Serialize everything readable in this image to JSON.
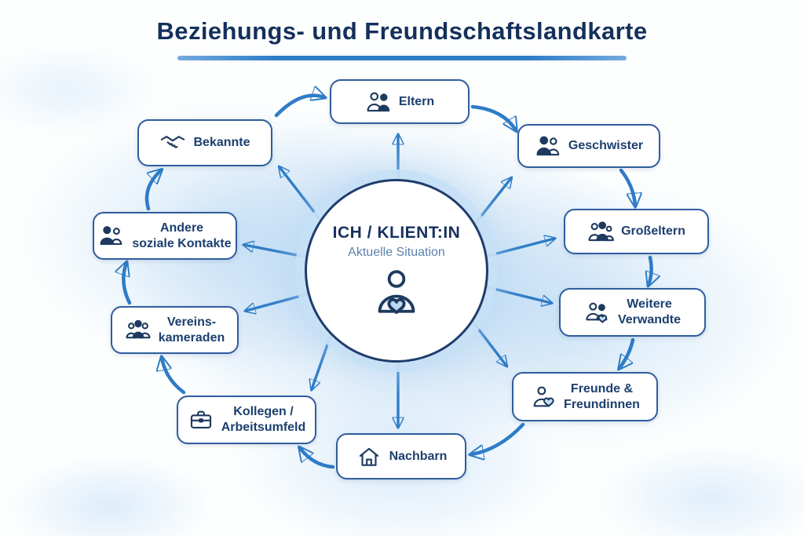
{
  "title": "Beziehungs- und Freundschaftslandkarte",
  "center": {
    "title": "ICH / KLIENT:IN",
    "subtitle": "Aktuelle Situation",
    "icon": "person-heart-icon"
  },
  "nodes": [
    {
      "id": "eltern",
      "label_lines": [
        "Eltern"
      ],
      "icon": "parents-icon"
    },
    {
      "id": "geschwister",
      "label_lines": [
        "Geschwister"
      ],
      "icon": "siblings-icon"
    },
    {
      "id": "grosseltern",
      "label_lines": [
        "Großeltern"
      ],
      "icon": "grandparents-icon"
    },
    {
      "id": "weitere-verwandte",
      "label_lines": [
        "Weitere",
        "Verwandte"
      ],
      "icon": "relatives-heart-icon"
    },
    {
      "id": "freunde-freundinnen",
      "label_lines": [
        "Freunde &",
        "Freundinnen"
      ],
      "icon": "friend-heart-icon"
    },
    {
      "id": "nachbarn",
      "label_lines": [
        "Nachbarn"
      ],
      "icon": "house-icon"
    },
    {
      "id": "kollegen-arbeitsumfeld",
      "label_lines": [
        "Kollegen /",
        "Arbeitsumfeld"
      ],
      "icon": "briefcase-icon"
    },
    {
      "id": "vereinskameraden",
      "label_lines": [
        "Vereins-",
        "kameraden"
      ],
      "icon": "team-icon"
    },
    {
      "id": "andere-soziale-kontakte",
      "label_lines": [
        "Andere",
        "soziale Kontakte"
      ],
      "icon": "social-contacts-icon"
    },
    {
      "id": "bekannte",
      "label_lines": [
        "Bekannte"
      ],
      "icon": "handshake-icon"
    }
  ],
  "edges": {
    "spokes_from_center": [
      "eltern",
      "geschwister",
      "grosseltern",
      "weitere-verwandte",
      "freunde-freundinnen",
      "nachbarn",
      "kollegen-arbeitsumfeld",
      "vereinskameraden",
      "andere-soziale-kontakte",
      "bekannte"
    ],
    "ring_clockwise": [
      "bekannte",
      "eltern",
      "geschwister",
      "grosseltern",
      "weitere-verwandte",
      "freunde-freundinnen",
      "nachbarn",
      "kollegen-arbeitsumfeld",
      "vereinskameraden",
      "andere-soziale-kontakte"
    ]
  },
  "colors": {
    "arrow_blue": "#2e7cc7",
    "node_border": "#2f5d9e",
    "text_navy": "#1c3f6e",
    "center_subtitle": "#5b82ad",
    "background_wash": "#cfe4f6"
  }
}
